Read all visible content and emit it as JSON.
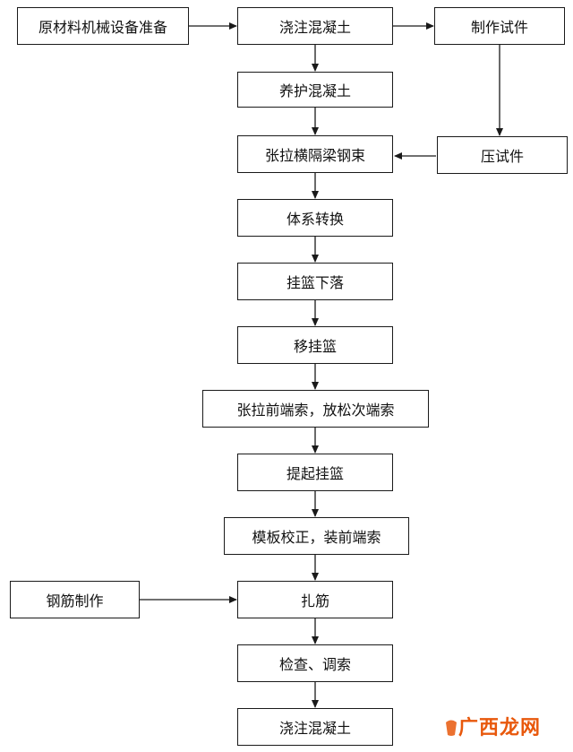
{
  "nodes": {
    "raw_materials": "原材料机械设备准备",
    "pour_1": "浇注混凝土",
    "make_specimen": "制作试件",
    "curing": "养护混凝土",
    "press_specimen": "压试件",
    "tension_beam": "张拉横隔梁钢束",
    "system_convert": "体系转换",
    "basket_lower": "挂篮下落",
    "move_basket": "移挂篮",
    "tension_front": "张拉前端索，放松次端索",
    "lift_basket": "提起挂篮",
    "formwork": "模板校正，装前端索",
    "rebar_make": "钢筋制作",
    "tie_rebar": "扎筋",
    "inspect": "检查、调索",
    "pour_2": "浇注混凝土"
  },
  "watermark": "广西龙网",
  "colors": {
    "line": "#1a1a1a",
    "watermark": "#e8580c"
  }
}
